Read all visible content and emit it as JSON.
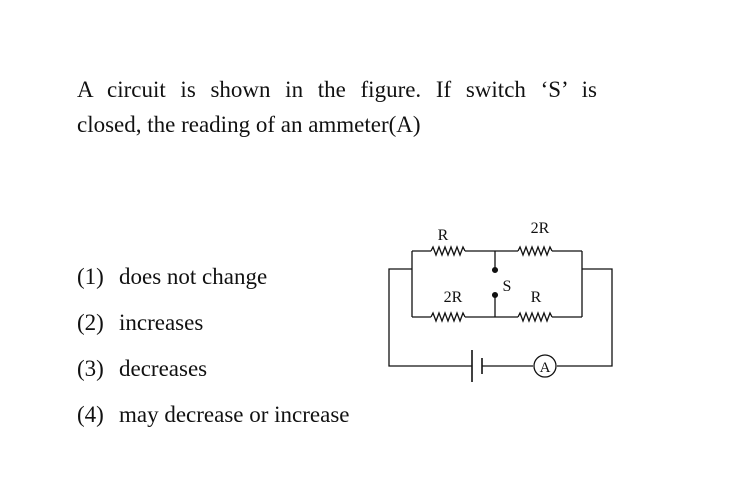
{
  "question": {
    "line1": "A circuit is shown in the figure. If switch ‘S’ is",
    "line2": "closed, the reading of an ammeter(A)"
  },
  "options": [
    {
      "number": "(1)",
      "text": "does not change"
    },
    {
      "number": "(2)",
      "text": "increases"
    },
    {
      "number": "(3)",
      "text": "decreases"
    },
    {
      "number": "(4)",
      "text": "may decrease or increase"
    }
  ],
  "circuit": {
    "top_left_resistor": "R",
    "top_right_resistor": "2R",
    "bottom_left_resistor": "2R",
    "bottom_right_resistor": "R",
    "switch_label": "S",
    "ammeter_label": "A"
  }
}
